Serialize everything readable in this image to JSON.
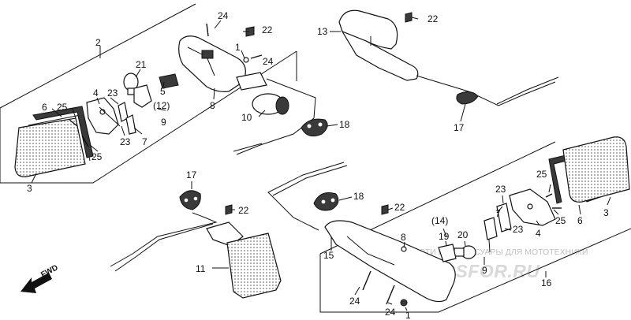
{
  "callouts": {
    "c2": "2",
    "c24a": "24",
    "c22a": "22",
    "c1a": "1",
    "c24b": "24",
    "c21": "21",
    "c4a": "4",
    "c23a": "23",
    "c6a": "6",
    "c25a": "25",
    "c5": "5",
    "c12": "(12)",
    "c9a": "9",
    "c8a": "8",
    "c10": "10",
    "c7a": "7",
    "c23b": "23",
    "c25b": "25",
    "c3a": "3",
    "c18a": "18",
    "c13": "13",
    "c22b": "22",
    "c17a": "17",
    "c17b": "17",
    "c22c": "22",
    "c11": "11",
    "c18b": "18",
    "c22d": "22",
    "c14": "(14)",
    "c19": "19",
    "c20": "20",
    "c8b": "8",
    "c15": "15",
    "c25c": "25",
    "c23c": "23",
    "c7b": "7",
    "c23d": "23",
    "c4b": "4",
    "c25d": "25",
    "c6b": "6",
    "c3b": "3",
    "c9b": "9",
    "c16": "16",
    "c24c": "24",
    "c24d": "24",
    "c1b": "1"
  },
  "direction_label": "FWD",
  "watermark": {
    "caption": "ЗАПЧАСТИ И АКСЕССУАРЫ ДЛЯ МОТОТЕХНИКИ",
    "brand": "VARCSFOR.RU"
  },
  "colors": {
    "ink": "#111111",
    "paper": "#ffffff",
    "watermark": "#c8c8c8"
  }
}
